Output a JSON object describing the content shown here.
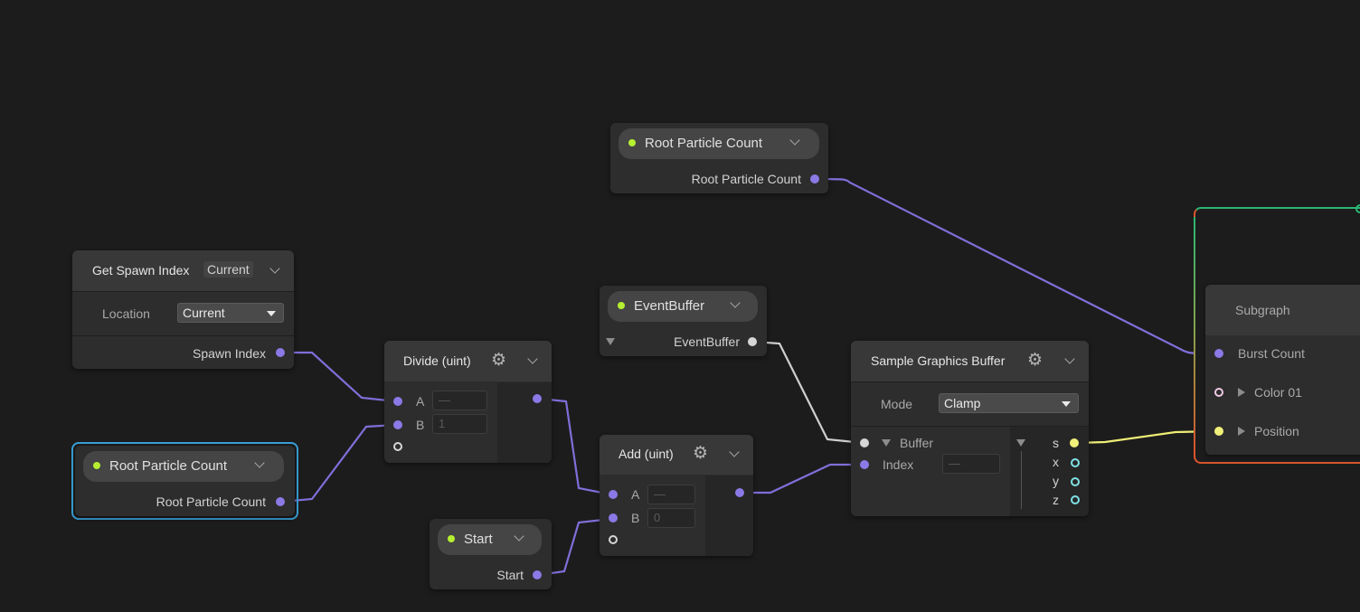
{
  "colors": {
    "background": "#1c1c1c",
    "node": "#2d2d2d",
    "header": "#383838",
    "wire_purple": "#7f6fd9",
    "wire_white": "#cfcfcf",
    "wire_yellow": "#eded76",
    "selection": "#3aa0d8",
    "context_green": "#2bb673",
    "context_orange": "#d9542b"
  },
  "root_count_top": {
    "pill_label": "Root Particle Count",
    "output_label": "Root Particle Count"
  },
  "spawn_index": {
    "title": "Get Spawn Index",
    "title_value": "Current",
    "location_label": "Location",
    "location_value": "Current",
    "output_label": "Spawn Index"
  },
  "root_count_left": {
    "pill_label": "Root Particle Count",
    "output_label": "Root Particle Count"
  },
  "divide": {
    "title": "Divide (uint)",
    "input_a_label": "A",
    "input_a_value": "—",
    "input_b_label": "B",
    "input_b_value": "1"
  },
  "event_buffer": {
    "pill_label": "EventBuffer",
    "output_label": "EventBuffer"
  },
  "add": {
    "title": "Add (uint)",
    "input_a_label": "A",
    "input_a_value": "—",
    "input_b_label": "B",
    "input_b_value": "0"
  },
  "start": {
    "pill_label": "Start",
    "output_label": "Start"
  },
  "sample_buffer": {
    "title": "Sample Graphics Buffer",
    "mode_label": "Mode",
    "mode_value": "Clamp",
    "buffer_label": "Buffer",
    "index_label": "Index",
    "index_value": "—",
    "out_s": "s",
    "out_x": "x",
    "out_y": "y",
    "out_z": "z"
  },
  "subgraph": {
    "title": "Subgraph",
    "burst_label": "Burst Count",
    "color_label": "Color 01",
    "position_label": "Position"
  }
}
